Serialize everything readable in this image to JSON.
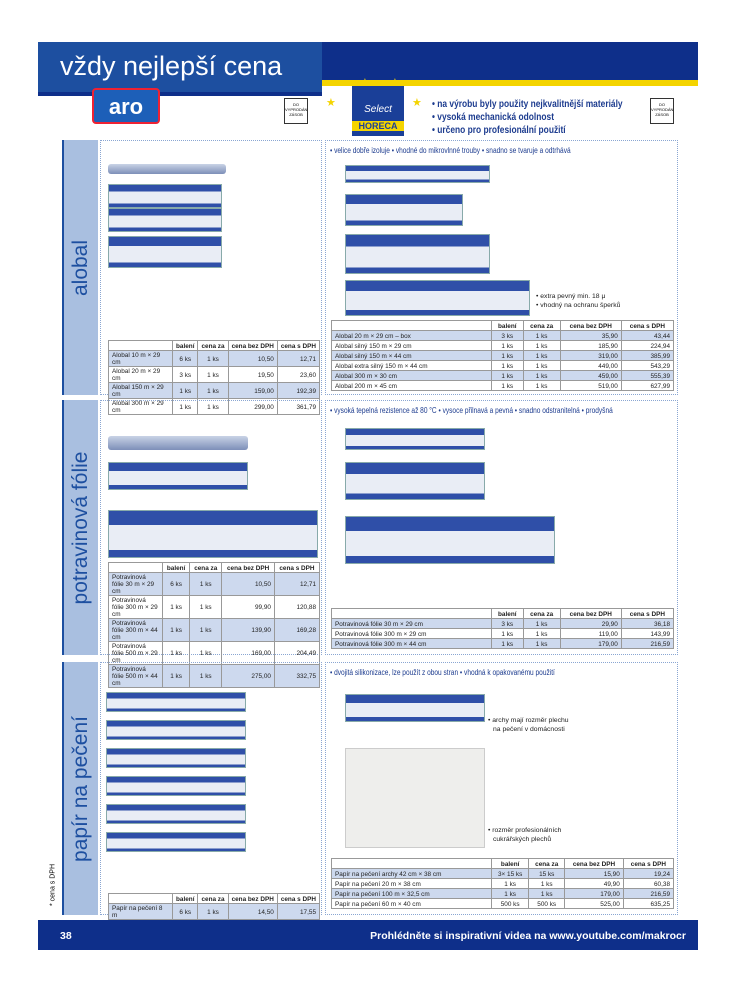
{
  "header": {
    "title": "vždy nejlepší cena",
    "brand_left": "aro",
    "brand_right_top": "Select",
    "brand_right_bottom": "HORECA",
    "features": [
      "na výrobu byly použity nejkvalitnější materiály",
      "vysoká mechanická odolnost",
      "určeno pro profesionální použití"
    ],
    "pkg_label": "DO VYPRODÁNÍ ZÁSOB"
  },
  "colors": {
    "brand_blue": "#0e2f8a",
    "accent_yellow": "#f4d400",
    "row_highlight": "#cdd9ee"
  },
  "columns": [
    "",
    "balení",
    "cena za",
    "cena bez DPH",
    "cena s DPH"
  ],
  "sections": [
    {
      "name": "alobal",
      "bullets": "• velice dobře izoluje • vhodné do mikrovlnné trouby • snadno se tvaruje a odtrhává",
      "notes": [
        "• extra pevný min. 18 μ",
        "• vhodný na ochranu šperků"
      ],
      "left_rows": [
        [
          "Alobal 10 m × 29 cm",
          "6 ks",
          "1 ks",
          "10,50",
          "12,71"
        ],
        [
          "Alobal 20 m × 29 cm",
          "3 ks",
          "1 ks",
          "19,50",
          "23,60"
        ],
        [
          "Alobal 150 m × 29 cm",
          "1 ks",
          "1 ks",
          "159,00",
          "192,39"
        ],
        [
          "Alobal 300 m × 29 cm",
          "1 ks",
          "1 ks",
          "299,00",
          "361,79"
        ]
      ],
      "right_rows": [
        [
          "Alobal 20 m × 29 cm – box",
          "3 ks",
          "1 ks",
          "35,90",
          "43,44"
        ],
        [
          "Alobal silný 150 m × 29 cm",
          "1 ks",
          "1 ks",
          "185,90",
          "224,94"
        ],
        [
          "Alobal silný 150 m × 44 cm",
          "1 ks",
          "1 ks",
          "319,00",
          "385,99"
        ],
        [
          "Alobal extra silný 150 m × 44 cm",
          "1 ks",
          "1 ks",
          "449,00",
          "543,29"
        ],
        [
          "Alobal 300 m × 30 cm",
          "1 ks",
          "1 ks",
          "459,00",
          "555,39"
        ],
        [
          "Alobal 200 m × 45 cm",
          "1 ks",
          "1 ks",
          "519,00",
          "627,99"
        ]
      ]
    },
    {
      "name": "potravinová fólie",
      "bullets": "• vysoká tepelná rezistence až 80 °C • vysoce přilnavá a pevná • snadno odstranitelná • prodyšná",
      "notes": [],
      "left_rows": [
        [
          "Potravinová fólie 30 m × 29 cm",
          "6 ks",
          "1 ks",
          "10,50",
          "12,71"
        ],
        [
          "Potravinová fólie 300 m × 29 cm",
          "1 ks",
          "1 ks",
          "99,90",
          "120,88"
        ],
        [
          "Potravinová fólie 300 m × 44 cm",
          "1 ks",
          "1 ks",
          "139,90",
          "169,28"
        ],
        [
          "Potravinová fólie 500 m × 29 cm",
          "1 ks",
          "1 ks",
          "169,00",
          "204,49"
        ],
        [
          "Potravinová fólie 500 m × 44 cm",
          "1 ks",
          "1 ks",
          "275,00",
          "332,75"
        ]
      ],
      "right_rows": [
        [
          "Potravinová fólie 30 m × 29 cm",
          "3 ks",
          "1 ks",
          "29,90",
          "36,18"
        ],
        [
          "Potravinová fólie 300 m × 29 cm",
          "1 ks",
          "1 ks",
          "119,00",
          "143,99"
        ],
        [
          "Potravinová fólie 300 m × 44 cm",
          "1 ks",
          "1 ks",
          "179,00",
          "216,59"
        ]
      ]
    },
    {
      "name": "papír na pečení",
      "bullets": "• dvojitá silikonizace, lze použít z obou stran • vhodná k opakovanému použití",
      "notes": [
        "• archy mají rozměr plechu",
        "na pečení v domácnosti",
        "• rozměr profesionálních",
        "cukrářských plechů"
      ],
      "left_rows": [
        [
          "Papír na pečení 8 m",
          "6 ks",
          "1 ks",
          "14,50",
          "17,55"
        ]
      ],
      "right_rows": [
        [
          "Papír na pečení archy 42 cm × 38 cm",
          "3× 15 ks",
          "15 ks",
          "15,90",
          "19,24"
        ],
        [
          "Papír na pečení 20 m × 38 cm",
          "1 ks",
          "1 ks",
          "49,90",
          "60,38"
        ],
        [
          "Papír na pečení 100 m × 32,5 cm",
          "1 ks",
          "1 ks",
          "179,00",
          "216,59"
        ],
        [
          "Papír na pečení 60 m × 40 cm",
          "500 ks",
          "500 ks",
          "525,00",
          "635,25"
        ]
      ]
    }
  ],
  "vat_note": "* cena s DPH",
  "footer": {
    "page": "38",
    "text": "Prohlédněte si inspirativní videa na www.youtube.com/makrocr"
  }
}
